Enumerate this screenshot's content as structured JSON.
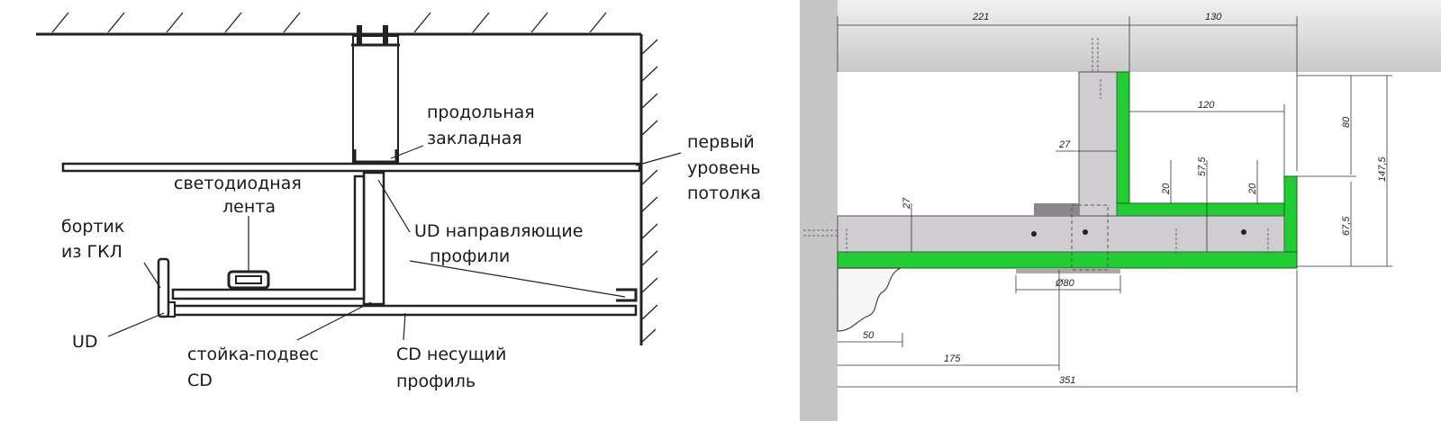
{
  "left_diagram": {
    "labels": {
      "longitudinal_line1": "продольная",
      "longitudinal_line2": "закладная",
      "first_level_line1": "первый",
      "first_level_line2": "уровень",
      "first_level_line3": "потолка",
      "led_line1": "светодиодная",
      "led_line2": "лента",
      "ud_guides_line1": "UD направляющие",
      "ud_guides_line2": "профили",
      "gkl_line1": "бортик",
      "gkl_line2": "из ГКЛ",
      "ud": "UD",
      "hanger_line1": "стойка-подвес",
      "hanger_line2": "CD",
      "cd_line1": "CD несущий",
      "cd_line2": "профиль"
    }
  },
  "right_diagram": {
    "dimensions": {
      "d221": "221",
      "d130": "130",
      "d120": "120",
      "d80": "80",
      "d147_5": "147,5",
      "d27_top": "27",
      "d57_5": "57,5",
      "d20_a": "20",
      "d20_b": "20",
      "d67_5": "67,5",
      "d27_left": "27",
      "d_phi80": "Ø80",
      "d50": "50",
      "d175": "175",
      "d351": "351"
    },
    "colors": {
      "green": "#22cc33",
      "profile_gray": "#cfcdd2",
      "wall_gray": "#cfcfcf"
    }
  }
}
